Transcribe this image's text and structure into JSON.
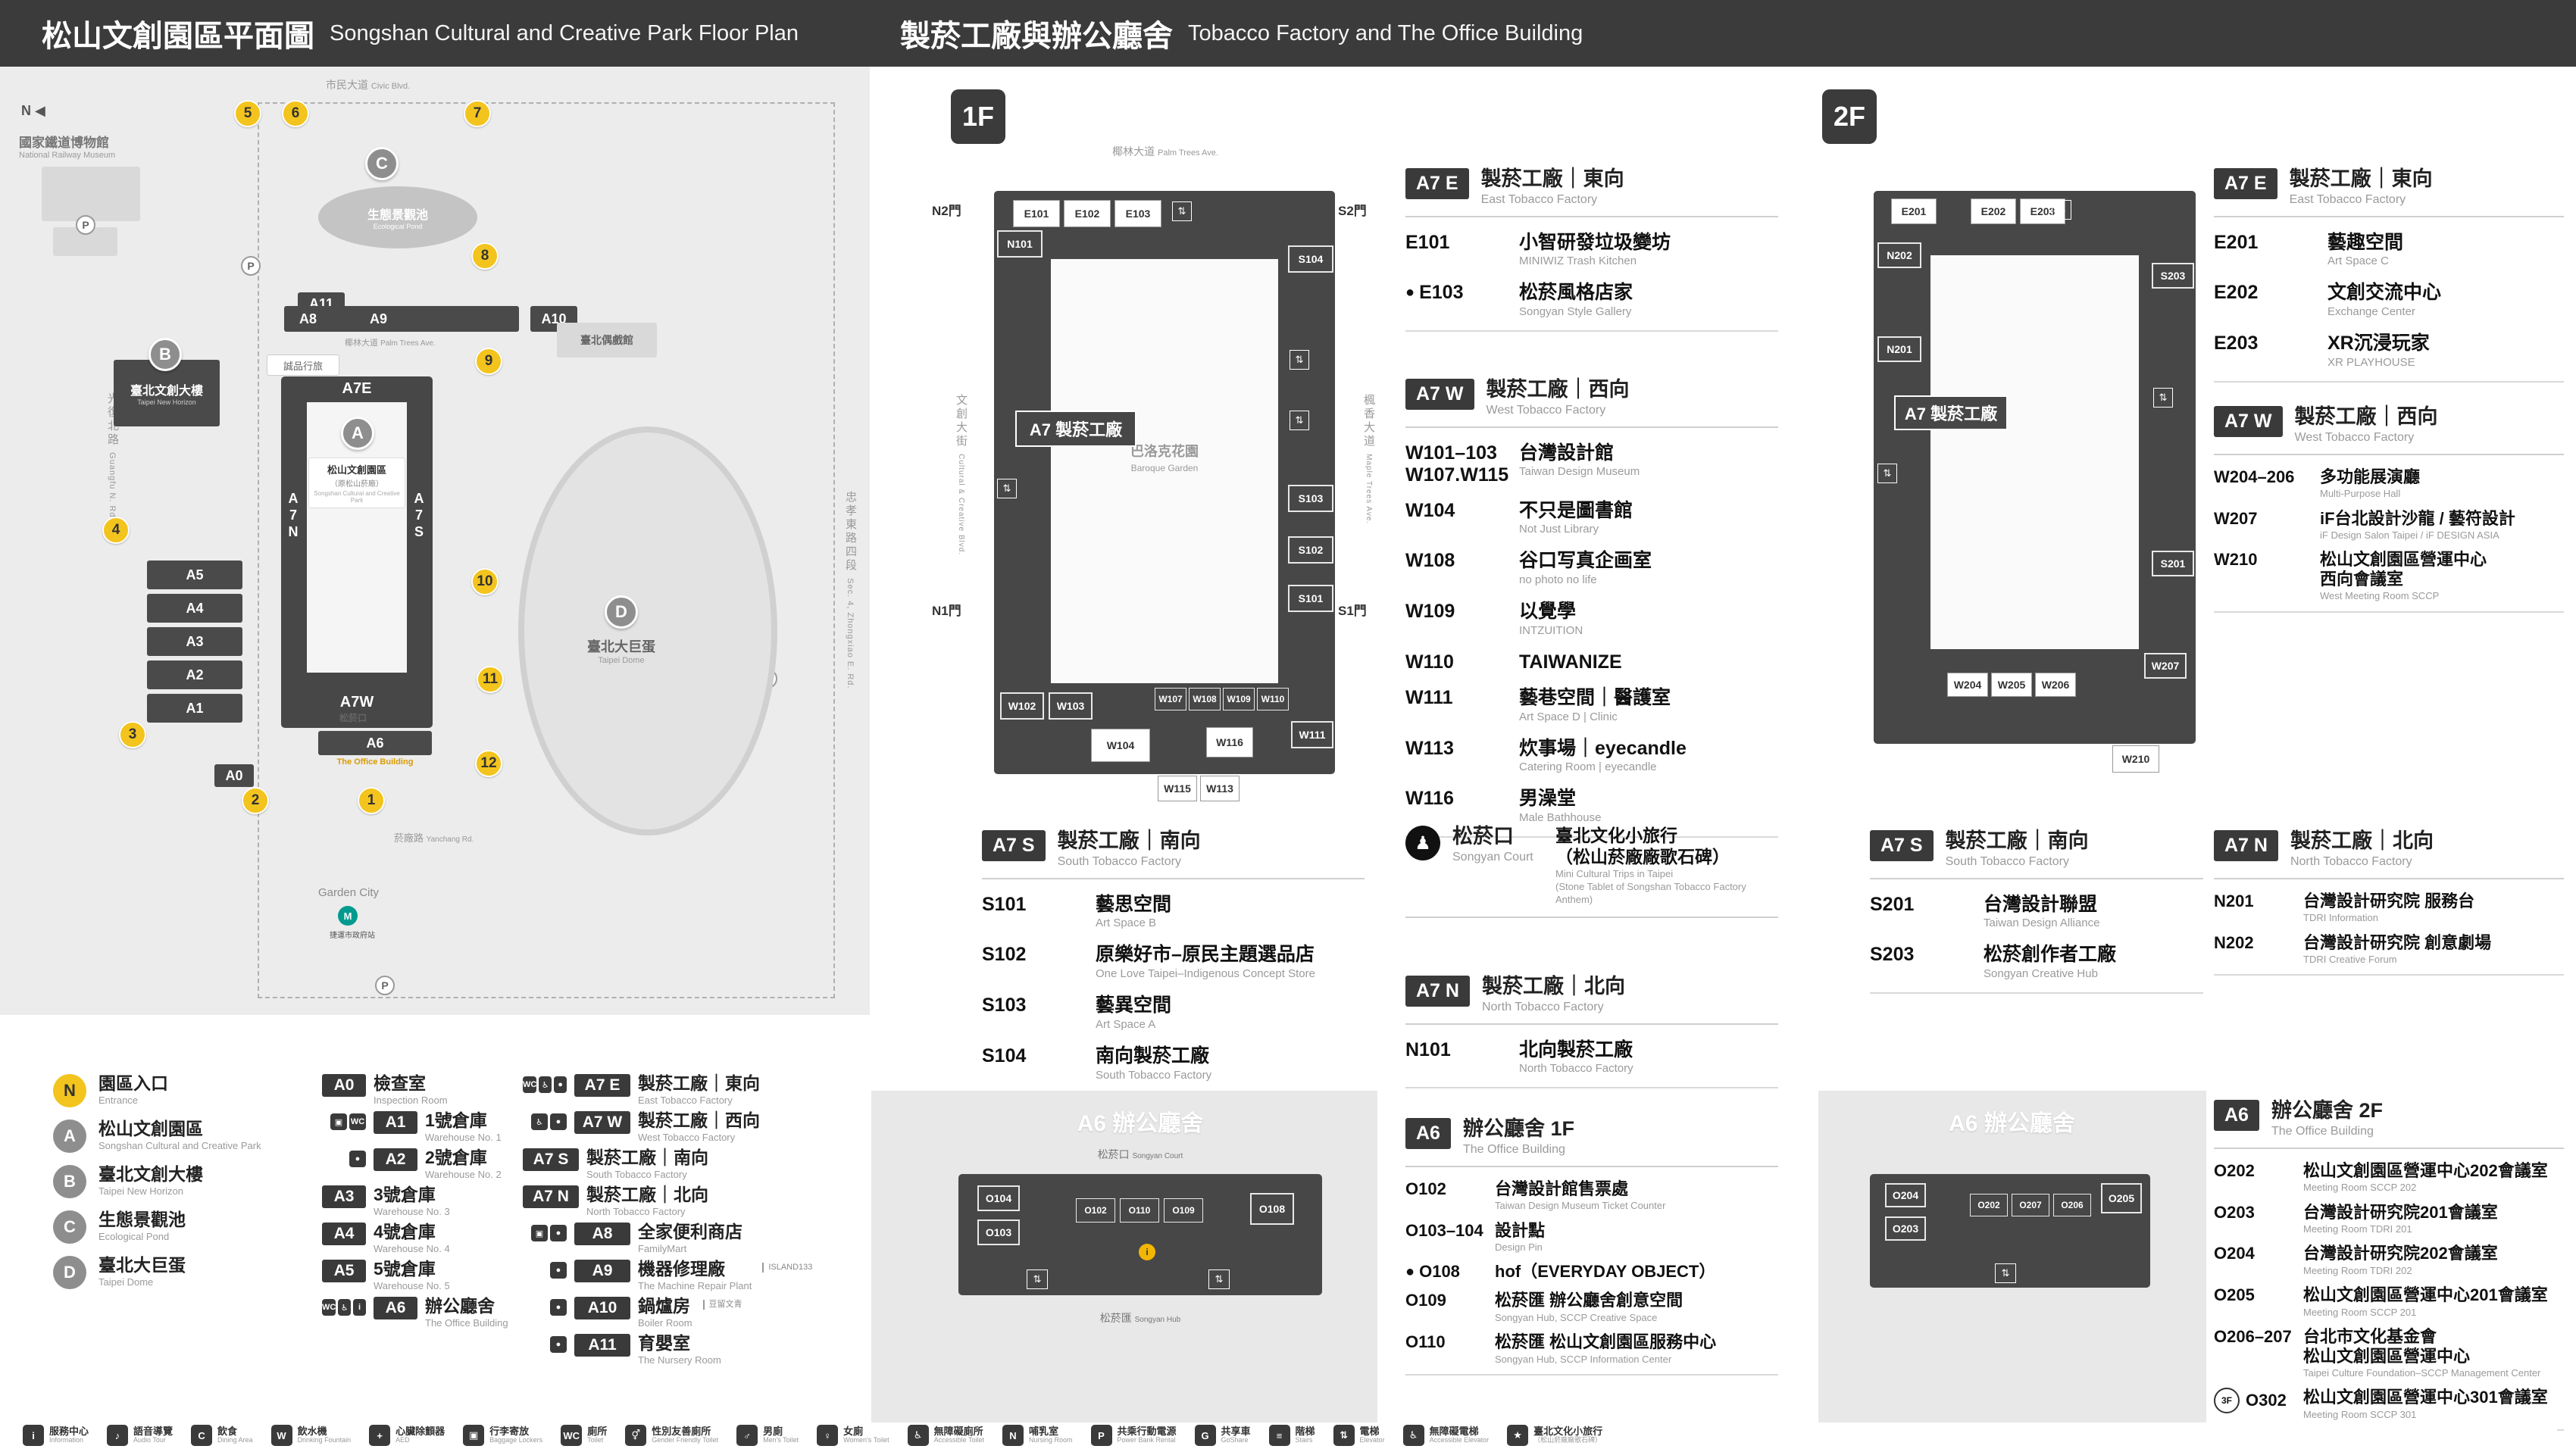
{
  "glyphs": {
    "stairs": "⇅",
    "person": "♟",
    "compass": "◀",
    "info": "i",
    "parking": "P",
    "mrt": "M"
  },
  "left": {
    "header": {
      "zh": "松山文創園區平面圖",
      "en": "Songshan Cultural and Creative Park Floor Plan"
    },
    "map": {
      "compass_n": "N",
      "railway_museum_zh": "國家鐵道博物館",
      "railway_museum_en": "National Railway Museum",
      "street_top_zh": "市民大道",
      "street_top_en": "Civic Blvd.",
      "street_left_zh": "光復北路",
      "street_left_en": "Guangfu N. Rd.",
      "street_right_zh": "忠孝東路四段",
      "street_right_en": "Sec. 4, Zhongxiao E. Rd.",
      "street_palm_zh": "椰林大道",
      "street_palm_en": "Palm Trees Ave.",
      "street_yanchang_zh": "菸廠路",
      "street_yanchang_en": "Yanchang Rd.",
      "pin_a_letter": "A",
      "pin_a_zh": "松山文創園區",
      "pin_a_sub": "（原松山菸廠）",
      "pin_a_en": "Songshan Cultural and Creative Park",
      "pin_b_letter": "B",
      "pin_b_zh": "臺北文創大樓",
      "pin_b_en": "Taipei New Horizon",
      "pin_c_letter": "C",
      "pin_c_zh": "生態景觀池",
      "pin_c_en": "Ecological Pond",
      "pin_d_letter": "D",
      "pin_d_zh": "臺北大巨蛋",
      "pin_d_en": "Taipei Dome",
      "label_eslite": "誠品行旅",
      "label_puppetry": "臺北偶戲館",
      "label_songyan_court": "松菸口",
      "label_office": "The Office Building",
      "label_garden_city": "Garden City",
      "label_mrt": "捷運市政府站",
      "buildings": {
        "a0": "A0",
        "a1": "A1",
        "a2": "A2",
        "a3": "A3",
        "a4": "A4",
        "a5": "A5",
        "a6": "A6",
        "a7e": "A7E",
        "a7n": "A7N",
        "a7s": "A7S",
        "a7w": "A7W",
        "a8": "A8",
        "a9": "A9",
        "a10": "A10",
        "a11": "A11"
      },
      "entrances": [
        "1",
        "2",
        "3",
        "4",
        "5",
        "6",
        "7",
        "8",
        "9",
        "10",
        "11",
        "12"
      ]
    },
    "legend_pins": [
      {
        "letter": "N",
        "type": "entrance",
        "zh": "園區入口",
        "en": "Entrance"
      },
      {
        "letter": "A",
        "type": "pin",
        "zh": "松山文創園區",
        "en": "Songshan Cultural and Creative Park"
      },
      {
        "letter": "B",
        "type": "pin",
        "zh": "臺北文創大樓",
        "en": "Taipei New Horizon"
      },
      {
        "letter": "C",
        "type": "pin",
        "zh": "生態景觀池",
        "en": "Ecological Pond"
      },
      {
        "letter": "D",
        "type": "pin",
        "zh": "臺北大巨蛋",
        "en": "Taipei Dome"
      }
    ],
    "legend_a": [
      {
        "code": "A0",
        "zh": "檢查室",
        "en": "Inspection Room",
        "icons": []
      },
      {
        "code": "A1",
        "zh": "1號倉庫",
        "en": "Warehouse No. 1",
        "icons": [
          "▣",
          "WC"
        ]
      },
      {
        "code": "A2",
        "zh": "2號倉庫",
        "en": "Warehouse No. 2",
        "icons": [
          "●"
        ]
      },
      {
        "code": "A3",
        "zh": "3號倉庫",
        "en": "Warehouse No. 3",
        "icons": []
      },
      {
        "code": "A4",
        "zh": "4號倉庫",
        "en": "Warehouse No. 4",
        "icons": []
      },
      {
        "code": "A5",
        "zh": "5號倉庫",
        "en": "Warehouse No. 5",
        "icons": []
      },
      {
        "code": "A6",
        "zh": "辦公廳舍",
        "en": "The Office Building",
        "icons": [
          "WC",
          "♿",
          "i"
        ]
      }
    ],
    "legend_b": [
      {
        "code": "A7 E",
        "zh": "製菸工廠｜東向",
        "en": "East Tobacco Factory",
        "icons": [
          "WC",
          "♿",
          "●"
        ]
      },
      {
        "code": "A7 W",
        "zh": "製菸工廠｜西向",
        "en": "West Tobacco Factory",
        "icons": [
          "♿",
          "●"
        ]
      },
      {
        "code": "A7 S",
        "zh": "製菸工廠｜南向",
        "en": "South Tobacco Factory",
        "icons": []
      },
      {
        "code": "A7 N",
        "zh": "製菸工廠｜北向",
        "en": "North Tobacco Factory",
        "icons": []
      },
      {
        "code": "A8",
        "zh": "全家便利商店",
        "en": "FamilyMart",
        "icons": [
          "▣",
          "●"
        ]
      },
      {
        "code": "A9",
        "zh": "機器修理廠",
        "en": "The Machine Repair Plant",
        "icons": [
          "●"
        ],
        "note": "ISLAND133"
      },
      {
        "code": "A10",
        "zh": "鍋爐房",
        "en": "Boiler Room",
        "icons": [
          "●"
        ],
        "note": "豆留文青"
      },
      {
        "code": "A11",
        "zh": "育嬰室",
        "en": "The Nursery Room",
        "icons": [
          "●"
        ]
      }
    ]
  },
  "right": {
    "header": {
      "zh": "製菸工廠與辦公廳舍",
      "en": "Tobacco Factory and The Office Building"
    },
    "f1": {
      "floor_label": "1F",
      "plan": {
        "street_top_zh": "椰林大道",
        "street_top_en": "Palm Trees Ave.",
        "street_left_zh": "文創大街",
        "street_left_en": "Cultural & Creative Blvd.",
        "street_right_zh": "楓香大道",
        "street_right_en": "Maple Trees Ave.",
        "center_label": "A7 製菸工廠",
        "garden_zh": "巴洛克花園",
        "garden_en": "Baroque Garden",
        "gate_n2": "N2門",
        "gate_s2": "S2門",
        "gate_n1": "N1門",
        "gate_s1": "S1門",
        "rooms": {
          "e101": "E101",
          "e102": "E102",
          "e103": "E103",
          "n101": "N101",
          "s104": "S104",
          "s103": "S103",
          "s102": "S102",
          "s101": "S101",
          "w102": "W102",
          "w103": "W103",
          "w104": "W104",
          "w107": "W107",
          "w108": "W108",
          "w109": "W109",
          "w110": "W110",
          "w111": "W111",
          "w113": "W113",
          "w115": "W115",
          "w116": "W116"
        }
      },
      "east": {
        "tag": "A7 E",
        "zh": "製菸工廠｜東向",
        "en": "East Tobacco Factory",
        "rooms": [
          {
            "code": "E101",
            "zh": "小智研發垃圾變坊",
            "en": "MINIWIZ Trash Kitchen"
          },
          {
            "icon": "●",
            "code": "E103",
            "zh": "松菸風格店家",
            "en": "Songyan Style Gallery"
          }
        ]
      },
      "west": {
        "tag": "A7 W",
        "zh": "製菸工廠｜西向",
        "en": "West Tobacco Factory",
        "rooms": [
          {
            "code": "W101–103",
            "code2": "W107.W115",
            "zh": "台灣設計館",
            "en": "Taiwan Design Museum"
          },
          {
            "code": "W104",
            "zh": "不只是圖書館",
            "en": "Not Just Library"
          },
          {
            "code": "W108",
            "zh": "谷口写真企画室",
            "en": "no photo no life"
          },
          {
            "code": "W109",
            "zh": "以覺學",
            "en": "INTZUITION"
          },
          {
            "code": "W110",
            "zh": "TAIWANIZE",
            "en": ""
          },
          {
            "code": "W111",
            "zh": "藝巷空間｜醫護室",
            "en": "Art Space D | Clinic"
          },
          {
            "code": "W113",
            "zh": "炊事場｜eyecandle",
            "en": "Catering Room | eyecandle"
          },
          {
            "code": "W116",
            "zh": "男澡堂",
            "en": "Male Bathhouse"
          }
        ]
      },
      "south": {
        "tag": "A7 S",
        "zh": "製菸工廠｜南向",
        "en": "South Tobacco Factory",
        "rooms": [
          {
            "code": "S101",
            "zh": "藝思空間",
            "en": "Art Space B"
          },
          {
            "code": "S102",
            "zh": "原樂好市–原民主題選品店",
            "en": "One Love Taipei–Indigenous Concept Store"
          },
          {
            "code": "S103",
            "zh": "藝異空間",
            "en": "Art Space A"
          },
          {
            "code": "S104",
            "zh": "南向製菸工廠",
            "en": "South Tobacco Factory"
          }
        ]
      },
      "court": {
        "zh": "松菸口",
        "en": "Songyan Court",
        "item_zh": "臺北文化小旅行",
        "item_zh2": "（松山菸廠廠歌石碑）",
        "item_en": "Mini Cultural Trips in Taipei",
        "item_en2": "(Stone Tablet of Songshan Tobacco Factory Anthem)"
      },
      "north": {
        "tag": "A7 N",
        "zh": "製菸工廠｜北向",
        "en": "North Tobacco Factory",
        "rooms": [
          {
            "code": "N101",
            "zh": "北向製菸工廠",
            "en": "North Tobacco Factory"
          }
        ]
      },
      "a6": {
        "tag": "A6",
        "zh": "辦公廳舍 1F",
        "en": "The Office Building",
        "plan_title": "A6 辦公廳舍",
        "plan_court_zh": "松菸口",
        "plan_court_en": "Songyan Court",
        "plan_hub_zh": "松菸匯",
        "plan_hub_en": "Songyan Hub",
        "plan_rooms": {
          "o102": "O102",
          "o103": "O103",
          "o104": "O104",
          "o108": "O108",
          "o109": "O109",
          "o110": "O110"
        },
        "rooms": [
          {
            "code": "O102",
            "zh": "台灣設計館售票處",
            "en": "Taiwan Design Museum Ticket Counter"
          },
          {
            "code": "O103–104",
            "zh": "設計點",
            "en": "Design Pin"
          },
          {
            "icon": "●",
            "code": "O108",
            "zh": "hof（EVERYDAY OBJECT）",
            "en": ""
          },
          {
            "code": "O109",
            "zh": "松菸匯 辦公廳舍創意空間",
            "en": "Songyan Hub, SCCP Creative Space"
          },
          {
            "code": "O110",
            "zh": "松菸匯 松山文創園區服務中心",
            "en": "Songyan Hub, SCCP Information Center"
          }
        ]
      }
    },
    "f2": {
      "floor_label": "2F",
      "plan": {
        "center_label": "A7 製菸工廠",
        "rooms": {
          "e201": "E201",
          "e202": "E202",
          "e203": "E203",
          "n201": "N201",
          "n202": "N202",
          "s201": "S201",
          "s203": "S203",
          "w204": "W204",
          "w205": "W205",
          "w206": "W206",
          "w207": "W207",
          "w210": "W210"
        }
      },
      "east": {
        "tag": "A7 E",
        "zh": "製菸工廠｜東向",
        "en": "East Tobacco Factory",
        "rooms": [
          {
            "code": "E201",
            "zh": "藝趣空間",
            "en": "Art Space C"
          },
          {
            "code": "E202",
            "zh": "文創交流中心",
            "en": "Exchange Center"
          },
          {
            "code": "E203",
            "zh": "XR沉浸玩家",
            "en": "XR PLAYHOUSE"
          }
        ]
      },
      "west": {
        "tag": "A7 W",
        "zh": "製菸工廠｜西向",
        "en": "West Tobacco Factory",
        "rooms": [
          {
            "code": "W204–206",
            "zh": "多功能展演廳",
            "en": "Multi-Purpose Hall"
          },
          {
            "code": "W207",
            "zh": "iF台北設計沙龍 / 藝符設計",
            "en": "iF Design Salon Taipei / iF DESIGN ASIA"
          },
          {
            "code": "W210",
            "zh": "松山文創園區營運中心",
            "zh2": "西向會議室",
            "en": "West Meeting Room SCCP"
          }
        ]
      },
      "south": {
        "tag": "A7 S",
        "zh": "製菸工廠｜南向",
        "en": "South Tobacco Factory",
        "rooms": [
          {
            "code": "S201",
            "zh": "台灣設計聯盟",
            "en": "Taiwan Design Alliance"
          },
          {
            "code": "S203",
            "zh": "松菸創作者工廠",
            "en": "Songyan Creative Hub"
          }
        ]
      },
      "north": {
        "tag": "A7 N",
        "zh": "製菸工廠｜北向",
        "en": "North Tobacco Factory",
        "rooms": [
          {
            "code": "N201",
            "zh": "台灣設計研究院 服務台",
            "en": "TDRI Information"
          },
          {
            "code": "N202",
            "zh": "台灣設計研究院 創意劇場",
            "en": "TDRI Creative Forum"
          }
        ]
      },
      "a6": {
        "tag": "A6",
        "zh": "辦公廳舍 2F",
        "en": "The Office Building",
        "plan_title": "A6 辦公廳舍",
        "plan_rooms": {
          "o202": "O202",
          "o203": "O203",
          "o204": "O204",
          "o205": "O205",
          "o206": "O206",
          "o207": "O207"
        },
        "rooms": [
          {
            "code": "O202",
            "zh": "松山文創園區營運中心202會議室",
            "en": "Meeting Room SCCP 202"
          },
          {
            "code": "O203",
            "zh": "台灣設計研究院201會議室",
            "en": "Meeting Room TDRI 201"
          },
          {
            "code": "O204",
            "zh": "台灣設計研究院202會議室",
            "en": "Meeting Room TDRI 202"
          },
          {
            "code": "O205",
            "zh": "松山文創園區營運中心201會議室",
            "en": "Meeting Room SCCP 201"
          },
          {
            "code": "O206–207",
            "zh": "台北市文化基金會",
            "zh2": "松山文創園區營運中心",
            "en": "Taipei Culture Foundation–SCCP Management Center"
          },
          {
            "badge": "3F",
            "code": "O302",
            "zh": "松山文創園區營運中心301會議室",
            "en": "Meeting Room SCCP 301"
          }
        ]
      }
    }
  },
  "strip": [
    {
      "glyph": "i",
      "zh": "服務中心",
      "en": "Information"
    },
    {
      "glyph": "♪",
      "zh": "語音導覽",
      "en": "Audio Tour"
    },
    {
      "glyph": "C",
      "zh": "飲食",
      "en": "Dining Area"
    },
    {
      "glyph": "W",
      "zh": "飲水機",
      "en": "Drinking Fountain"
    },
    {
      "glyph": "+",
      "zh": "心臟除顫器",
      "en": "AED"
    },
    {
      "glyph": "▣",
      "zh": "行李寄放",
      "en": "Baggage Lockers"
    },
    {
      "glyph": "WC",
      "zh": "廁所",
      "en": "Toilet"
    },
    {
      "glyph": "⚥",
      "zh": "性別友善廁所",
      "en": "Gender Friendly Toilet"
    },
    {
      "glyph": "♂",
      "zh": "男廁",
      "en": "Men's Toilet"
    },
    {
      "glyph": "♀",
      "zh": "女廁",
      "en": "Women's Toilet"
    },
    {
      "glyph": "♿",
      "zh": "無障礙廁所",
      "en": "Accessible Toilet"
    },
    {
      "glyph": "N",
      "zh": "哺乳室",
      "en": "Nursing Room"
    },
    {
      "glyph": "P",
      "zh": "共乘行動電源",
      "en": "Power Bank Rental"
    },
    {
      "glyph": "G",
      "zh": "共享車",
      "en": "GoShare"
    },
    {
      "glyph": "≡",
      "zh": "階梯",
      "en": "Stairs"
    },
    {
      "glyph": "⇅",
      "zh": "電梯",
      "en": "Elevator"
    },
    {
      "glyph": "♿",
      "zh": "無障礙電梯",
      "en": "Accessible Elevator"
    },
    {
      "glyph": "★",
      "zh": "臺北文化小旅行",
      "en": "（松山菸廠廠歌石碑）"
    }
  ]
}
